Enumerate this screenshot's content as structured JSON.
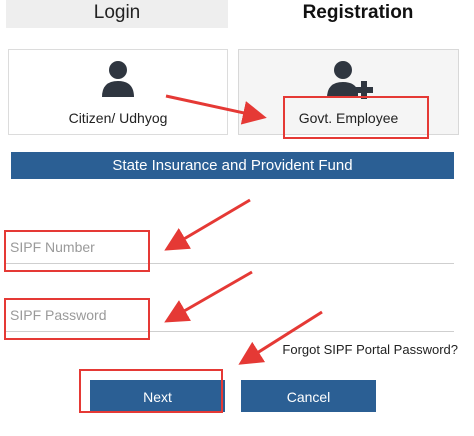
{
  "tabs": {
    "login": "Login",
    "registration": "Registration"
  },
  "cards": {
    "citizen": {
      "label": "Citizen/ Udhyog",
      "icon": "user-icon"
    },
    "govt": {
      "label": "Govt. Employee",
      "icon": "add-user-icon"
    }
  },
  "banner": {
    "title": "State Insurance and Provident Fund"
  },
  "form": {
    "sipf_number": {
      "placeholder": "SIPF Number",
      "value": ""
    },
    "sipf_password": {
      "placeholder": "SIPF Password",
      "value": ""
    },
    "forgot_link": "Forgot SIPF Portal Password?"
  },
  "buttons": {
    "next": "Next",
    "cancel": "Cancel"
  },
  "colors": {
    "primary": "#2b5f94",
    "annotation": "#e53935",
    "tab_bg": "#eeeeee"
  }
}
